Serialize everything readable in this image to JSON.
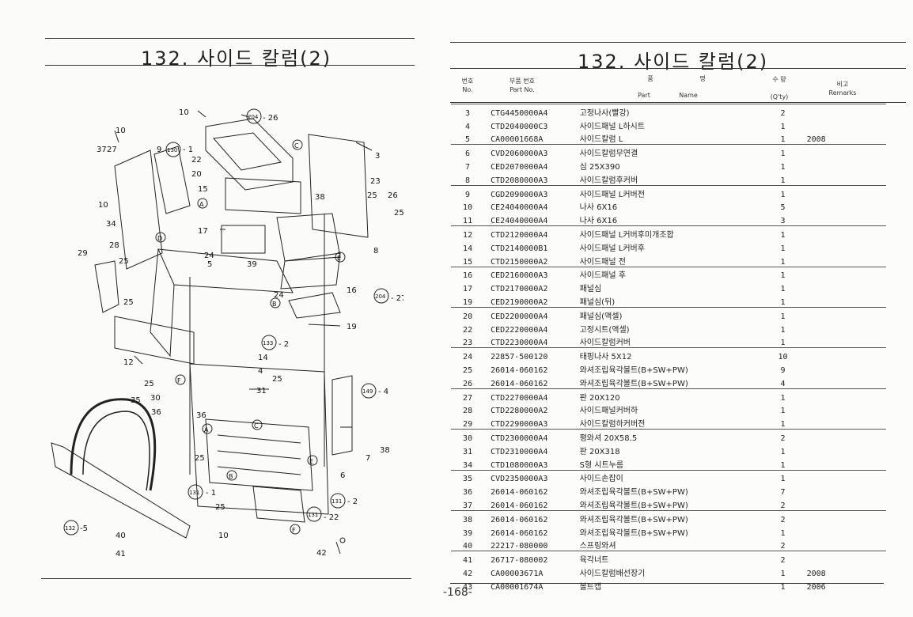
{
  "left_title": "132. 사이드 칼럼(2)",
  "right_title": "132. 사이드 칼럼(2)",
  "headers": {
    "no_ko": "번호",
    "no_en": "No.",
    "part_ko": "부품 번호",
    "part_en": "Part No.",
    "name_ko_1": "품",
    "name_ko_2": "명",
    "name_en_1": "Part",
    "name_en_2": "Name",
    "qty_ko": "수 량",
    "qty_en": "(Q'ty)",
    "rem_ko": "비고",
    "rem_en": "Remarks"
  },
  "rows": [
    {
      "no": "3",
      "part": "CTG4450000A4",
      "name": "고정나사(빨강)",
      "qty": "2",
      "rem": "",
      "sep": true
    },
    {
      "no": "4",
      "part": "CTD2040000C3",
      "name": "사이드패널 L하시트",
      "qty": "1",
      "rem": "",
      "sep": false
    },
    {
      "no": "5",
      "part": "CA00001668A",
      "name": "사이드칼럼 L",
      "qty": "1",
      "rem": "2008",
      "sep": false
    },
    {
      "no": "6",
      "part": "CVD2060000A3",
      "name": "사이드칼럼무연결",
      "qty": "1",
      "rem": "",
      "sep": true
    },
    {
      "no": "7",
      "part": "CED2070000A4",
      "name": "심 25X390",
      "qty": "1",
      "rem": "",
      "sep": false
    },
    {
      "no": "8",
      "part": "CTD2080000A3",
      "name": "사이드칼럼후커버",
      "qty": "1",
      "rem": "",
      "sep": false
    },
    {
      "no": "9",
      "part": "CGD2090000A3",
      "name": "사이드패널 L커버전",
      "qty": "1",
      "rem": "",
      "sep": true
    },
    {
      "no": "10",
      "part": "CE24040000A4",
      "name": "나사 6X16",
      "qty": "5",
      "rem": "",
      "sep": false
    },
    {
      "no": "11",
      "part": "CE24040000A4",
      "name": "나사 6X16",
      "qty": "3",
      "rem": "",
      "sep": false
    },
    {
      "no": "12",
      "part": "CTD2120000A4",
      "name": "사이드패널 L커버후미개조합",
      "qty": "1",
      "rem": "",
      "sep": true
    },
    {
      "no": "14",
      "part": "CTD2140000B1",
      "name": "사이드패널 L커버후",
      "qty": "1",
      "rem": "",
      "sep": false
    },
    {
      "no": "15",
      "part": "CTD2150000A2",
      "name": "사이드패널 전",
      "qty": "1",
      "rem": "",
      "sep": false
    },
    {
      "no": "16",
      "part": "CED2160000A3",
      "name": "사이드패널 후",
      "qty": "1",
      "rem": "",
      "sep": true
    },
    {
      "no": "17",
      "part": "CTD2170000A2",
      "name": "패널심",
      "qty": "1",
      "rem": "",
      "sep": false
    },
    {
      "no": "19",
      "part": "CED2190000A2",
      "name": "패널심(뒤)",
      "qty": "1",
      "rem": "",
      "sep": false
    },
    {
      "no": "20",
      "part": "CED2200000A4",
      "name": "패널심(액셀)",
      "qty": "1",
      "rem": "",
      "sep": true
    },
    {
      "no": "22",
      "part": "CED2220000A4",
      "name": "고정시트(액셀)",
      "qty": "1",
      "rem": "",
      "sep": false
    },
    {
      "no": "23",
      "part": "CTD2230000A4",
      "name": "사이드칼럼커버",
      "qty": "1",
      "rem": "",
      "sep": false
    },
    {
      "no": "24",
      "part": "22857-500120",
      "name": "태핑나사 5X12",
      "qty": "10",
      "rem": "",
      "sep": true
    },
    {
      "no": "25",
      "part": "26014-060162",
      "name": "와셔조립육각볼트(B+SW+PW)",
      "qty": "9",
      "rem": "",
      "sep": false
    },
    {
      "no": "26",
      "part": "26014-060162",
      "name": "와셔조립육각볼트(B+SW+PW)",
      "qty": "4",
      "rem": "",
      "sep": false
    },
    {
      "no": "27",
      "part": "CTD2270000A4",
      "name": "판 20X120",
      "qty": "1",
      "rem": "",
      "sep": true
    },
    {
      "no": "28",
      "part": "CTD2280000A2",
      "name": "사이드패널커버하",
      "qty": "1",
      "rem": "",
      "sep": false
    },
    {
      "no": "29",
      "part": "CTD2290000A3",
      "name": "사이드칼럼하커버전",
      "qty": "1",
      "rem": "",
      "sep": false
    },
    {
      "no": "30",
      "part": "CTD2300000A4",
      "name": "평와셔 20X58.5",
      "qty": "2",
      "rem": "",
      "sep": true
    },
    {
      "no": "31",
      "part": "CTD2310000A4",
      "name": "판 20X318",
      "qty": "1",
      "rem": "",
      "sep": false
    },
    {
      "no": "34",
      "part": "CTD1080000A3",
      "name": "S형 시트누름",
      "qty": "1",
      "rem": "",
      "sep": false
    },
    {
      "no": "35",
      "part": "CVD2350000A3",
      "name": "사이드손잡이",
      "qty": "1",
      "rem": "",
      "sep": true
    },
    {
      "no": "36",
      "part": "26014-060162",
      "name": "와셔조립육각볼트(B+SW+PW)",
      "qty": "7",
      "rem": "",
      "sep": false
    },
    {
      "no": "37",
      "part": "26014-060162",
      "name": "와셔조립육각볼트(B+SW+PW)",
      "qty": "2",
      "rem": "",
      "sep": false
    },
    {
      "no": "38",
      "part": "26014-060162",
      "name": "와셔조립육각볼트(B+SW+PW)",
      "qty": "2",
      "rem": "",
      "sep": true
    },
    {
      "no": "39",
      "part": "26014-060162",
      "name": "와셔조립육각볼트(B+SW+PW)",
      "qty": "1",
      "rem": "",
      "sep": false
    },
    {
      "no": "40",
      "part": "22217-080000",
      "name": "스프링와셔",
      "qty": "2",
      "rem": "",
      "sep": false
    },
    {
      "no": "41",
      "part": "26717-080002",
      "name": "육각너트",
      "qty": "2",
      "rem": "",
      "sep": true
    },
    {
      "no": "42",
      "part": "CA00003671A",
      "name": "사이드칼럼배선장기",
      "qty": "1",
      "rem": "2008",
      "sep": false
    },
    {
      "no": "43",
      "part": "CA00001674A",
      "name": "볼트캡",
      "qty": "1",
      "rem": "2006",
      "sep": false
    }
  ],
  "page_number": "-168-",
  "callouts": {
    "c10a": "10",
    "c10b": "10",
    "c10c": "10",
    "c10d": "10",
    "c204a": "204",
    "c26": "- 26",
    "c3": "3",
    "c37": "37",
    "c27": "27",
    "c9": "9",
    "c130": "130",
    "c1": "- 1",
    "c22": "22",
    "c20": "20",
    "c15": "15",
    "c23": "23",
    "c25a": "25",
    "c26b": "26",
    "c25b": "25",
    "c38a": "38",
    "c34": "34",
    "c28": "28",
    "c17": "17",
    "c29": "29",
    "c24a": "24",
    "c39": "39",
    "c5": "5",
    "c8": "8",
    "c16": "16",
    "c204b": "204",
    "c27b": "- 27",
    "c24b": "24",
    "c19": "19",
    "c25c": "25",
    "c133": "133",
    "c2a": "- 2",
    "c12": "12",
    "c14": "14",
    "c4": "4",
    "c25d": "25",
    "c25e": "25",
    "c31": "31",
    "c30": "30",
    "c35": "35",
    "c36a": "36",
    "c36b": "36",
    "c149": "149",
    "c4b": "- 4",
    "c7": "7",
    "c38b": "38",
    "c25f": "25",
    "c6": "6",
    "c131a": "131",
    "c1b": "- 1",
    "c25g": "25",
    "c131b": "131",
    "c2b": "- 2",
    "c131c": "131",
    "c22b": "- 22",
    "c132": "132",
    "c5b": "-5",
    "c40": "40",
    "c41": "41",
    "c42": "42",
    "lA": "A",
    "lB": "B",
    "lC": "C",
    "lD": "D",
    "lE": "E",
    "lF": "F"
  }
}
